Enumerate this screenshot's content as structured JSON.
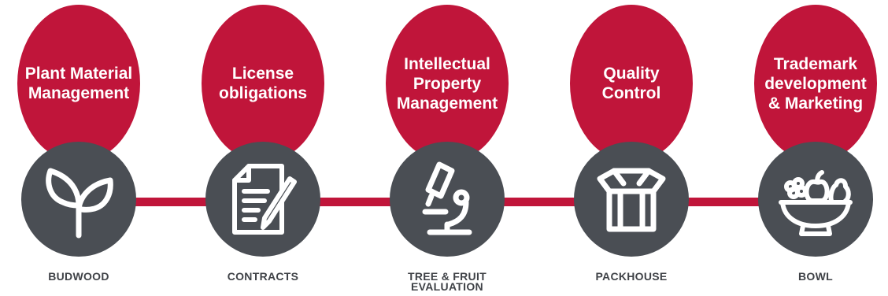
{
  "colors": {
    "accent": "#c0153a",
    "icon_bg": "#4a4e54",
    "label": "#3f4247"
  },
  "stages": [
    {
      "title": "Plant Material\nManagement",
      "label": "BUDWOOD",
      "icon": "seedling-icon"
    },
    {
      "title": "License\nobligations",
      "label": "CONTRACTS",
      "icon": "contract-pen-icon"
    },
    {
      "title": "Intellectual\nProperty\nManagement",
      "label": "TREE & FRUIT\nEVALUATION",
      "icon": "microscope-icon"
    },
    {
      "title": "Quality\nControl",
      "label": "PACKHOUSE",
      "icon": "box-icon"
    },
    {
      "title": "Trademark\ndevelopment\n& Marketing",
      "label": "BOWL",
      "icon": "fruit-bowl-icon"
    }
  ]
}
